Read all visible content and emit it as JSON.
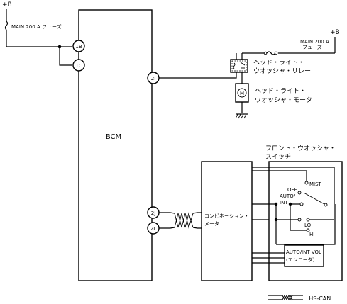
{
  "power": {
    "b_left": "+B",
    "b_right": "+B",
    "fuse_left": "MAIN 200 A フューズ",
    "fuse_right_1": "MAIN 200 A",
    "fuse_right_2": "フューズ"
  },
  "bcm": {
    "label": "BCM",
    "pins": {
      "p1b": "1B",
      "p1c": "1C",
      "p2i": "2I",
      "p2j": "2J",
      "p2l": "2L"
    }
  },
  "relay": {
    "line1": "ヘッド・ライト・",
    "line2": "ウオッシャ・リレー"
  },
  "motor": {
    "line1": "ヘッド・ライト・",
    "line2": "ウオッシャ・モータ"
  },
  "meter": {
    "line1": "コンビネーション・",
    "line2": "メータ"
  },
  "switch": {
    "title_1": "フロント・ウオッシャ・",
    "title_2": "スイッチ",
    "mist": "MIST",
    "off": "OFF",
    "auto_1": "AUTO/",
    "auto_2": "INT",
    "lo": "LO",
    "hi": "HI",
    "encoder_1": "AUTO/INT VOL",
    "encoder_2": "(エンコーダ)"
  },
  "legend": {
    "hs_can": ": HS-CAN"
  }
}
